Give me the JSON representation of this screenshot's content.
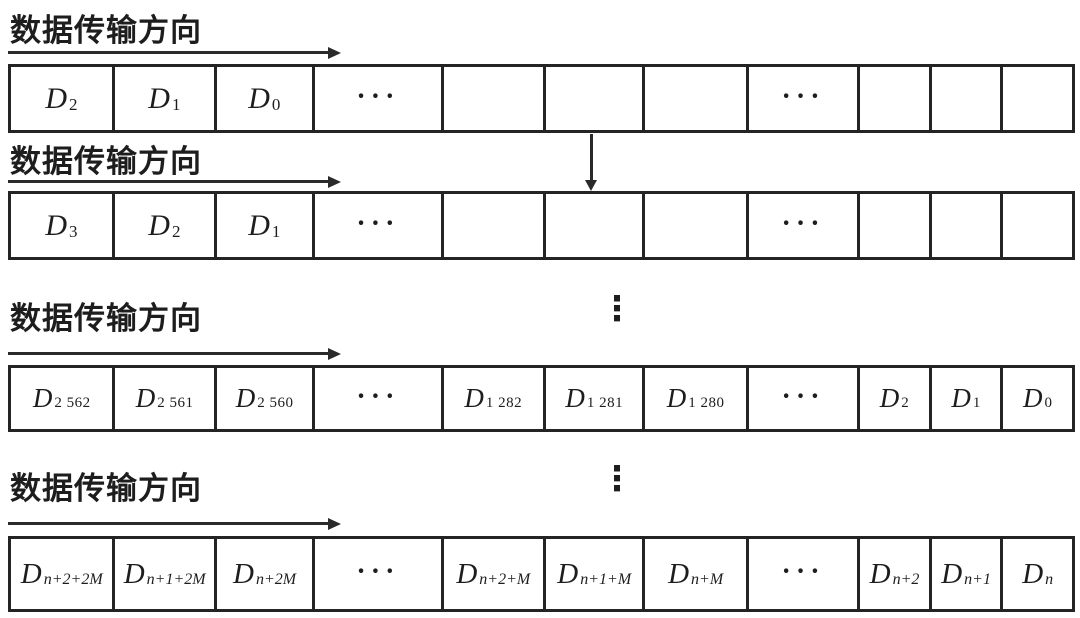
{
  "sections": [
    {
      "label": "数据传输方向",
      "cells": [
        {
          "base": "D",
          "sub": "2"
        },
        {
          "base": "D",
          "sub": "1"
        },
        {
          "base": "D",
          "sub": "0"
        },
        {
          "dots": true
        },
        {},
        {},
        {},
        {
          "dots": true
        },
        {},
        {},
        {}
      ]
    },
    {
      "label": "数据传输方向",
      "cells": [
        {
          "base": "D",
          "sub": "3"
        },
        {
          "base": "D",
          "sub": "2"
        },
        {
          "base": "D",
          "sub": "1"
        },
        {
          "dots": true
        },
        {},
        {},
        {},
        {
          "dots": true
        },
        {},
        {},
        {}
      ]
    },
    {
      "label": "数据传输方向",
      "cells": [
        {
          "base": "D",
          "sub": "2 562"
        },
        {
          "base": "D",
          "sub": "2 561"
        },
        {
          "base": "D",
          "sub": "2 560"
        },
        {
          "dots": true
        },
        {
          "base": "D",
          "sub": "1 282"
        },
        {
          "base": "D",
          "sub": "1 281"
        },
        {
          "base": "D",
          "sub": "1 280"
        },
        {
          "dots": true
        },
        {
          "base": "D",
          "sub": "2"
        },
        {
          "base": "D",
          "sub": "1"
        },
        {
          "base": "D",
          "sub": "0"
        }
      ]
    },
    {
      "label": "数据传输方向",
      "cells": [
        {
          "base": "D",
          "sub": "n+2+2M",
          "italic_sub": true
        },
        {
          "base": "D",
          "sub": "n+1+2M",
          "italic_sub": true
        },
        {
          "base": "D",
          "sub": "n+2M",
          "italic_sub": true
        },
        {
          "dots": true
        },
        {
          "base": "D",
          "sub": "n+2+M",
          "italic_sub": true
        },
        {
          "base": "D",
          "sub": "n+1+M",
          "italic_sub": true
        },
        {
          "base": "D",
          "sub": "n+M",
          "italic_sub": true
        },
        {
          "dots": true
        },
        {
          "base": "D",
          "sub": "n+2",
          "italic_sub": true
        },
        {
          "base": "D",
          "sub": "n+1",
          "italic_sub": true
        },
        {
          "base": "D",
          "sub": "n",
          "italic_sub": true
        }
      ]
    }
  ],
  "cell_dots": "···",
  "vertical_ellipsis": "⋮",
  "colors": {
    "line": "#2a2a2a",
    "border": "#242424",
    "text": "#1d1d1d",
    "background": "#ffffff"
  }
}
